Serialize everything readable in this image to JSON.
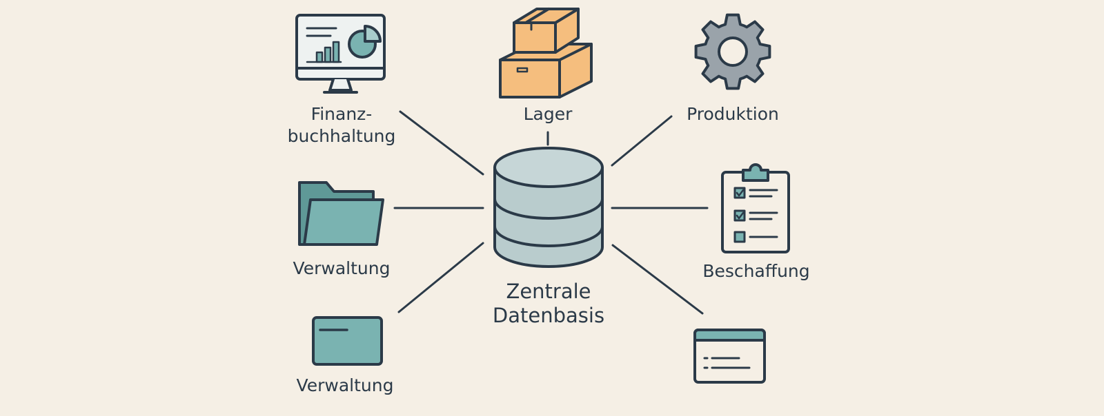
{
  "hub": {
    "label_line1": "Zentrale",
    "label_line2": "Datenbasis",
    "icon": "database-icon"
  },
  "nodes": {
    "finance": {
      "label_line1": "Finanz-",
      "label_line2": "buchhaltung",
      "icon": "monitor-chart-icon"
    },
    "warehouse": {
      "label": "Lager",
      "icon": "boxes-icon"
    },
    "production": {
      "label": "Produktion",
      "icon": "gear-icon"
    },
    "admin_folder": {
      "label": "Verwaltung",
      "icon": "folder-icon"
    },
    "procurement": {
      "label": "Beschaffung",
      "icon": "clipboard-checklist-icon"
    },
    "admin_card": {
      "label": "Verwaltung",
      "icon": "card-icon"
    },
    "browser": {
      "label": "",
      "icon": "browser-window-icon"
    }
  },
  "colors": {
    "background": "#f5efe5",
    "stroke": "#2b3a48",
    "teal": "#7ab3b1",
    "db_fill": "#b9cccd",
    "box_orange": "#f5be7e",
    "gear_gray": "#9aa3aa",
    "panel_light": "#eef2f1"
  }
}
